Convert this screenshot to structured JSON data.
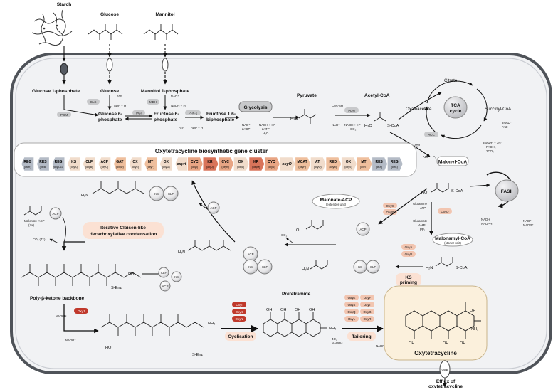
{
  "inputs": {
    "starch": "Starch",
    "glucose": "Glucose",
    "mannitol": "Mannitol"
  },
  "metabolites": {
    "glucose_1p": "Glucose 1-phosphate",
    "glucose_in": "Glucose",
    "mannitol_1p": "Mannitol 1-phosphate",
    "glucose_6p_1": "Glucose 6-",
    "glucose_6p_2": "phosphate",
    "fructose_6p_1": "Fructose 6-",
    "fructose_6p_2": "phosphate",
    "fructose_16bp_1": "Fructose 1,6-",
    "fructose_16bp_2": "biphosphate",
    "pyruvate": "Pyruvate",
    "acetyl_coa": "Acetyl-CoA",
    "citrate": "Citrate",
    "oxaloacetate": "Oxaloacetate",
    "succinyl_coa": "Succinyl-CoA",
    "malonyl_coa": "Malonyl-CoA",
    "malonamyl_coa": "Malonamyl-CoA",
    "starter_unit": "(starter unit)",
    "malonate_acp": "Malonate-ACP",
    "extender_unit": "(extender unit)",
    "poly_ketone": "Poly-β-ketone backbone",
    "pretetramide": "Pretetramide",
    "oxytetracycline": "Oxytetracycline",
    "efflux_1": "Efflux of",
    "efflux_2": "oxytetracycline"
  },
  "enzymes": {
    "pgm": "PGM",
    "glk": "GLK",
    "mdh": "MDH",
    "pgi": "PGI",
    "pfk1": "PFK-1",
    "pdh": "PDH",
    "acc": "ACC",
    "oxyd": "OxyD",
    "oxyc": "OxyC",
    "oxyp": "OxyP",
    "oxya": "OxyA",
    "oxyb": "OxyB",
    "oxyj": "OxyJ",
    "oxyi": "OxyI",
    "oxyk": "OxyK",
    "oxyn": "OxyN",
    "tailoring": [
      "OxyE",
      "OxyF",
      "OxyS",
      "OxyT",
      "OxyQ",
      "OxyG",
      "OxyL",
      "OxyR"
    ],
    "otrb": "OtrB"
  },
  "processes": {
    "glycolysis": "Glycolysis",
    "tca_1": "TCA",
    "tca_2": "cycle",
    "fasii": "FASII",
    "iterative_1": "Iterative Claisen-like",
    "iterative_2": "decarboxylative condensation",
    "ks_1": "KS",
    "ks_2": "priming",
    "cyclisation": "Cyclisation",
    "tailoring": "Tailoring"
  },
  "complex": {
    "acp": "ACP",
    "ks": "KS",
    "clf": "CLF"
  },
  "cofactors": {
    "atp": "ATP",
    "adp_h": "ADP + H⁺",
    "nad": "NAD⁺",
    "nadh_h": "NADH + H⁺",
    "nad_2adp": [
      "NAD⁺",
      "2ADP"
    ],
    "glyc_out": [
      "NADH + H⁺",
      "2ATP",
      "H₂O"
    ],
    "coa_sh": "CoA-SH",
    "pdh_out": [
      "NADH + H⁺",
      "CO₂"
    ],
    "tca_in": [
      "3NAD⁺",
      "FAD"
    ],
    "tca_out": [
      "3NADH + 3H⁺",
      "FADH₂",
      "2CO₂"
    ],
    "adp_pi": "ADP + Pᵢ",
    "amid_in": [
      "Glutamine",
      "ATP"
    ],
    "amid_out": [
      "Glutamate",
      "AMP",
      "PPᵢ"
    ],
    "fas_in": [
      "NADH",
      "NADPH"
    ],
    "fas_out": [
      "NAD⁺",
      "NADP⁺"
    ],
    "nadph": "NADPH",
    "nadp": "NADP⁺",
    "tail_in": [
      "4O₂",
      "NADPH"
    ],
    "tail_out": "NADP⁺",
    "co2": "CO₂",
    "co2_7x": "CO₂ (7×)",
    "malonate_acp_7x": [
      "Malonate-ACP",
      "(7×)"
    ]
  },
  "chem_labels": {
    "s_coa": "S-CoA",
    "s_enz": "S-Enz",
    "nh2": "NH₂",
    "oh": "OH",
    "o": "O",
    "ho": "HO",
    "h3c": "H₃C",
    "h2n": "H₂N"
  },
  "cluster": {
    "title": "Oxytetracycline biosynthetic gene cluster",
    "genes": [
      {
        "top": "REG",
        "bot": "(otcR)",
        "color": "#b4bbc6"
      },
      {
        "top": "RES",
        "bot": "(otcB)",
        "color": "#b4bbc6"
      },
      {
        "top": "REG",
        "bot": "(oxyTA1)",
        "color": "#b4bbc6"
      },
      {
        "top": "KS",
        "bot": "(oxyA)",
        "color": "#f1dccb"
      },
      {
        "top": "CLF",
        "bot": "(oxyB)",
        "color": "#f1dccb"
      },
      {
        "top": "ACP",
        "bot": "(oxyC)",
        "color": "#f1dccb"
      },
      {
        "top": "GAT",
        "bot": "(oxyD)",
        "color": "#efbf9d"
      },
      {
        "top": "OX",
        "bot": "(oxyE)",
        "color": "#f1dccb"
      },
      {
        "top": "MT",
        "bot": "(oxyF)",
        "color": "#efbf9d"
      },
      {
        "top": "OX",
        "bot": "(oxyG)",
        "color": "#f1dccb"
      },
      {
        "top": "oxyH",
        "bot": "",
        "color": "#f1dccb"
      },
      {
        "top": "CYC",
        "bot": "(oxyI)",
        "color": "#e8a584"
      },
      {
        "top": "KR",
        "bot": "(oxyJ)",
        "color": "#d9745a"
      },
      {
        "top": "CYC",
        "bot": "(oxyK)",
        "color": "#e8a584"
      },
      {
        "top": "OX",
        "bot": "(oxyL)",
        "color": "#f1dccb"
      },
      {
        "top": "KR",
        "bot": "(oxyM)",
        "color": "#d9745a"
      },
      {
        "top": "CYC",
        "bot": "(oxyN)",
        "color": "#e8a584"
      },
      {
        "top": "oxyO",
        "bot": "",
        "color": "#f1dccb"
      },
      {
        "top": "MCAT",
        "bot": "(oxyP)",
        "color": "#efbf9d"
      },
      {
        "top": "AT",
        "bot": "(oxyQ)",
        "color": "#f1dccb"
      },
      {
        "top": "RED",
        "bot": "(oxyR)",
        "color": "#efbf9d"
      },
      {
        "top": "OX",
        "bot": "(oxyS)",
        "color": "#f1dccb"
      },
      {
        "top": "MT",
        "bot": "(oxyT)",
        "color": "#efbf9d"
      },
      {
        "top": "RES",
        "bot": "(otrA)",
        "color": "#b4bbc6"
      },
      {
        "top": "REG",
        "bot": "(otrC)",
        "color": "#b4bbc6"
      }
    ]
  },
  "colors": {
    "cell_fill": "#f1f2f4",
    "cell_stroke": "#4f5359",
    "enzyme": "#c8c9cb",
    "oxy": "#f2c5b0",
    "oxy_dark": "#c0392b",
    "process": "#fbe1d3",
    "tca": "#d9d9db",
    "product": "#fbf0dc"
  },
  "icons": {
    "ball": "sphere-icon",
    "transporter": "membrane-channel-icon"
  }
}
